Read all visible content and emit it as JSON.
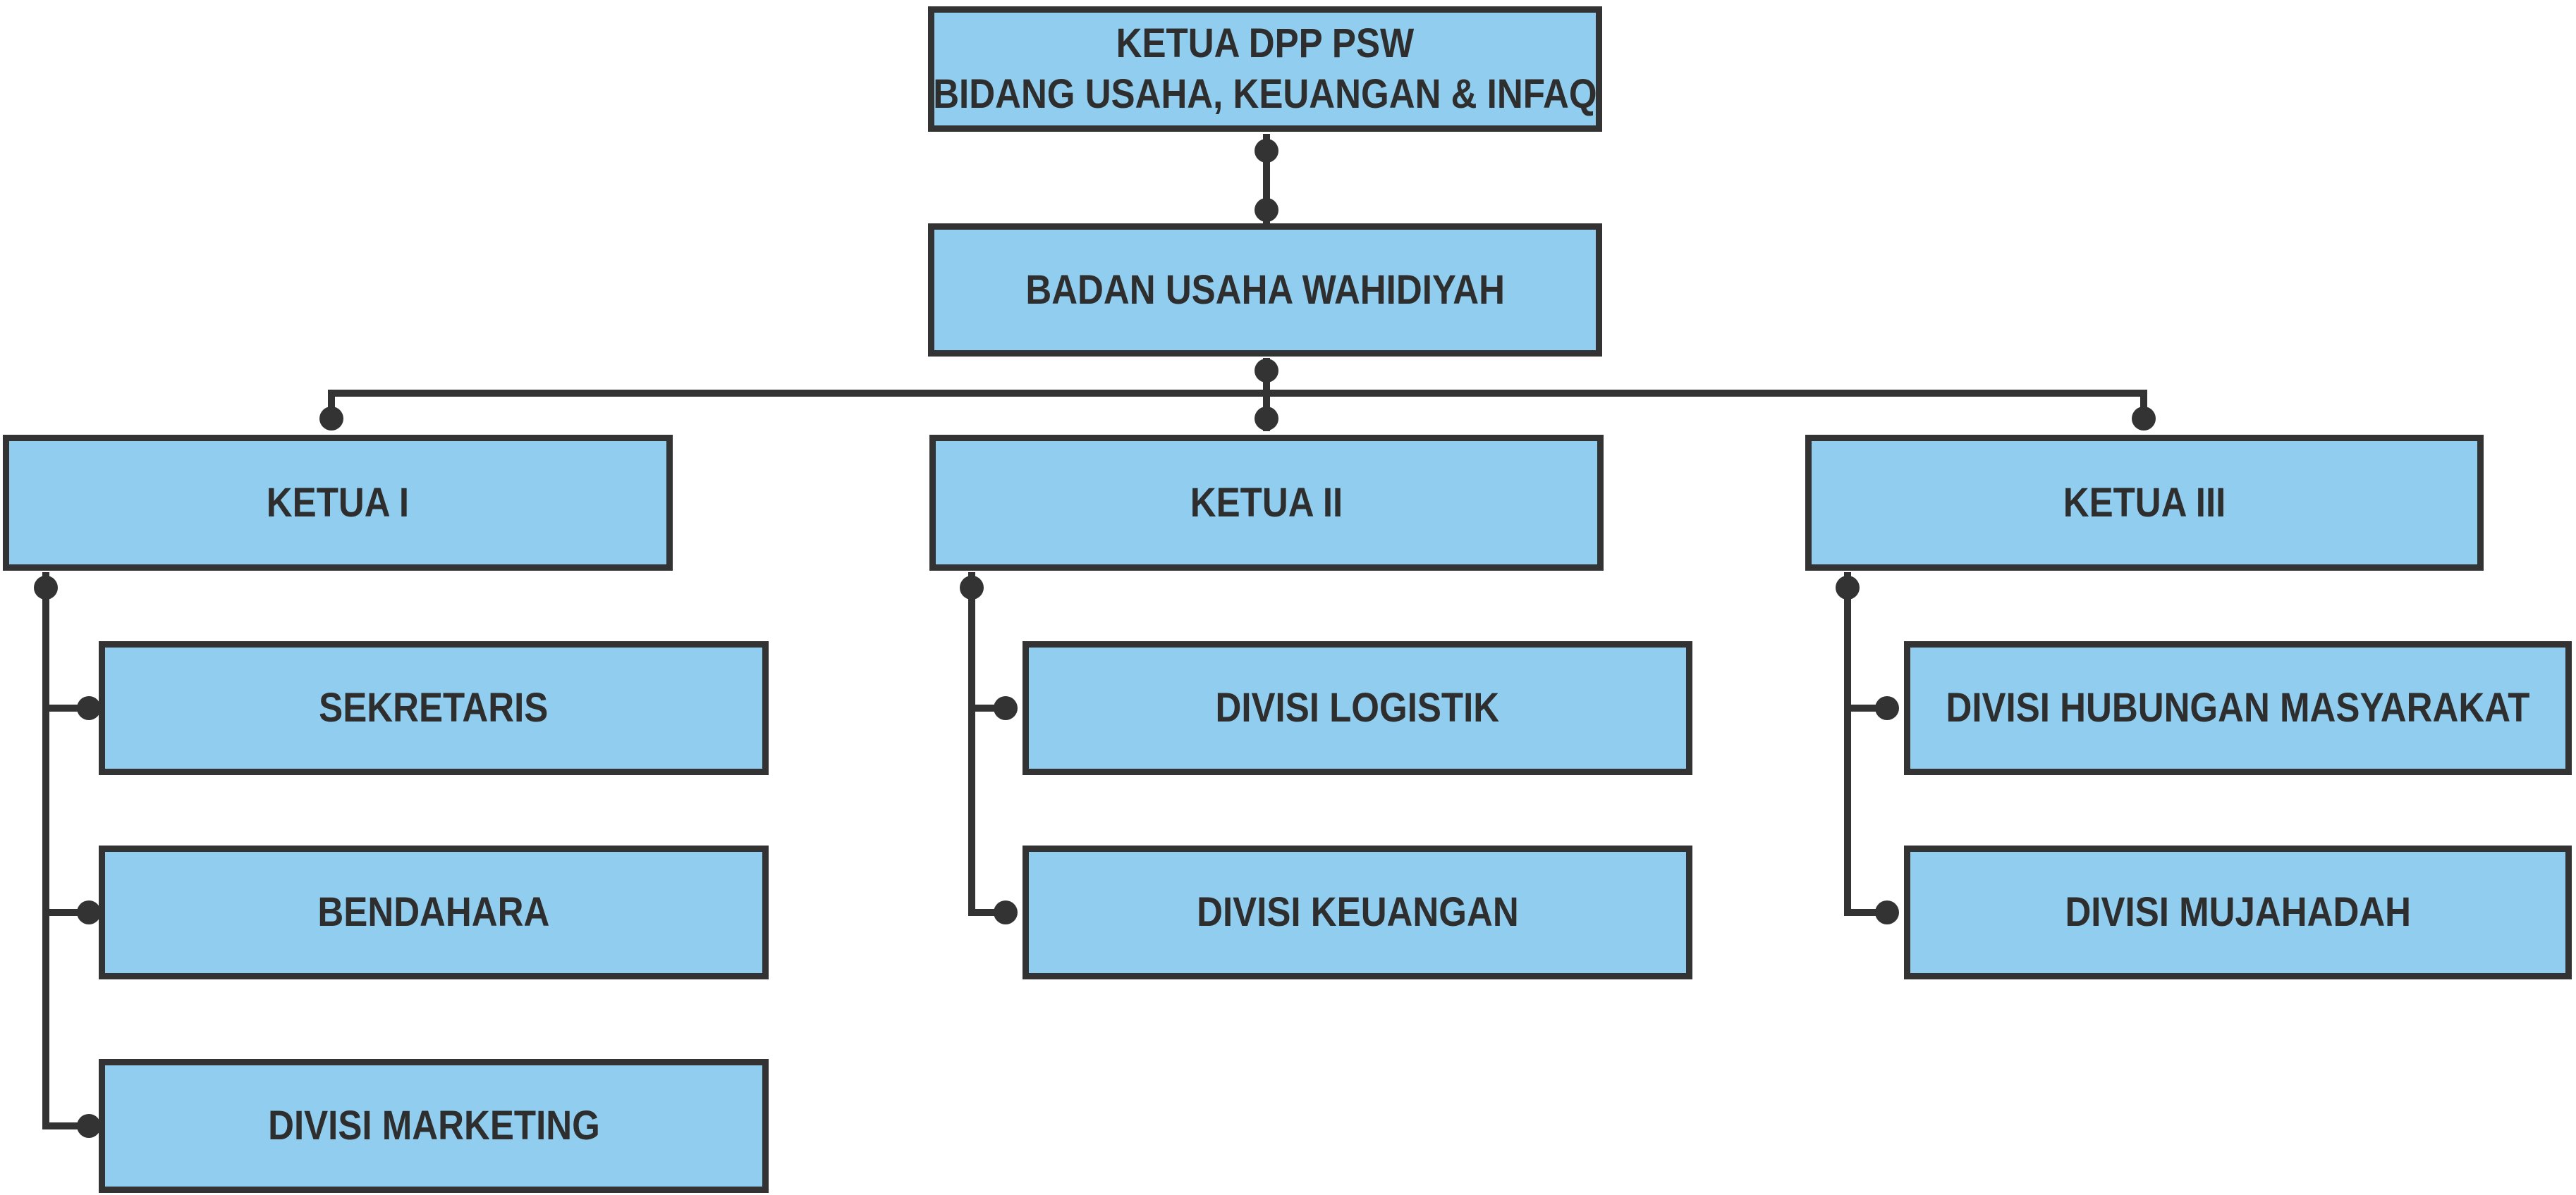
{
  "colors": {
    "node_fill": "#90CDEF",
    "node_border": "#333333",
    "connector": "#333333",
    "text": "#2E2E2E",
    "background": "#FFFFFF"
  },
  "org_chart": {
    "root": {
      "line1": "KETUA DPP PSW",
      "line2": "BIDANG USAHA, KEUANGAN & INFAQ"
    },
    "badan_usaha": {
      "label": "BADAN USAHA WAHIDIYAH"
    },
    "ketua_1": {
      "label": "KETUA I"
    },
    "ketua_2": {
      "label": "KETUA II"
    },
    "ketua_3": {
      "label": "KETUA III"
    },
    "sekretaris": {
      "label": "SEKRETARIS"
    },
    "bendahara": {
      "label": "BENDAHARA"
    },
    "divisi_marketing": {
      "label": "DIVISI MARKETING"
    },
    "divisi_logistik": {
      "label": "DIVISI LOGISTIK"
    },
    "divisi_keuangan": {
      "label": "DIVISI KEUANGAN"
    },
    "divisi_hubungan_masyarakat": {
      "label": "DIVISI HUBUNGAN MASYARAKAT"
    },
    "divisi_mujahadah": {
      "label": "DIVISI MUJAHADAH"
    }
  },
  "hierarchy": [
    {
      "parent": "KETUA DPP PSW BIDANG USAHA, KEUANGAN & INFAQ",
      "child": "BADAN USAHA WAHIDIYAH"
    },
    {
      "parent": "BADAN USAHA WAHIDIYAH",
      "child": "KETUA I"
    },
    {
      "parent": "BADAN USAHA WAHIDIYAH",
      "child": "KETUA II"
    },
    {
      "parent": "BADAN USAHA WAHIDIYAH",
      "child": "KETUA III"
    },
    {
      "parent": "KETUA I",
      "child": "SEKRETARIS"
    },
    {
      "parent": "KETUA I",
      "child": "BENDAHARA"
    },
    {
      "parent": "KETUA I",
      "child": "DIVISI MARKETING"
    },
    {
      "parent": "KETUA II",
      "child": "DIVISI LOGISTIK"
    },
    {
      "parent": "KETUA II",
      "child": "DIVISI KEUANGAN"
    },
    {
      "parent": "KETUA III",
      "child": "DIVISI HUBUNGAN MASYARAKAT"
    },
    {
      "parent": "KETUA III",
      "child": "DIVISI MUJAHADAH"
    }
  ]
}
